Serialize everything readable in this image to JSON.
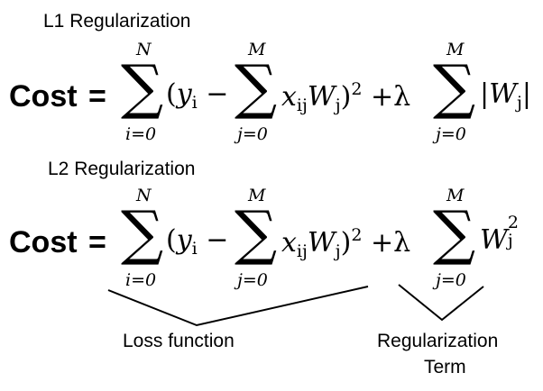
{
  "l1": {
    "heading": "L1 Regularization",
    "cost_label": "Cost",
    "equals": "=",
    "sum1_upper": "N",
    "sum1_lower": "i=0",
    "sum2_upper": "M",
    "sum2_lower": "j=0",
    "sum3_upper": "M",
    "sum3_lower": "j=0",
    "term_open": "(",
    "term_y": "y",
    "term_i": "i",
    "term_minus": "−",
    "term_x": "x",
    "term_ij": "ij",
    "term_w": "W",
    "term_j": "j",
    "term_close": ")",
    "term_sq": "2",
    "term_plus_lambda": "+λ",
    "reg_abs_open": "|",
    "reg_w": "W",
    "reg_j": "j",
    "reg_abs_close": "|"
  },
  "l2": {
    "heading": "L2 Regularization",
    "cost_label": "Cost",
    "equals": "=",
    "sum1_upper": "N",
    "sum1_lower": "i=0",
    "sum2_upper": "M",
    "sum2_lower": "j=0",
    "sum3_upper": "M",
    "sum3_lower": "j=0",
    "term_open": "(",
    "term_y": "y",
    "term_i": "i",
    "term_minus": "−",
    "term_x": "x",
    "term_ij": "ij",
    "term_w": "W",
    "term_j": "j",
    "term_close": ")",
    "term_sq": "2",
    "term_plus_lambda": "+λ",
    "reg_w": "W",
    "reg_j": "j",
    "reg_sq": "2"
  },
  "labels": {
    "loss": "Loss function",
    "reg_line1": "Regularization",
    "reg_line2": "Term"
  },
  "sigma_symbol": "∑"
}
